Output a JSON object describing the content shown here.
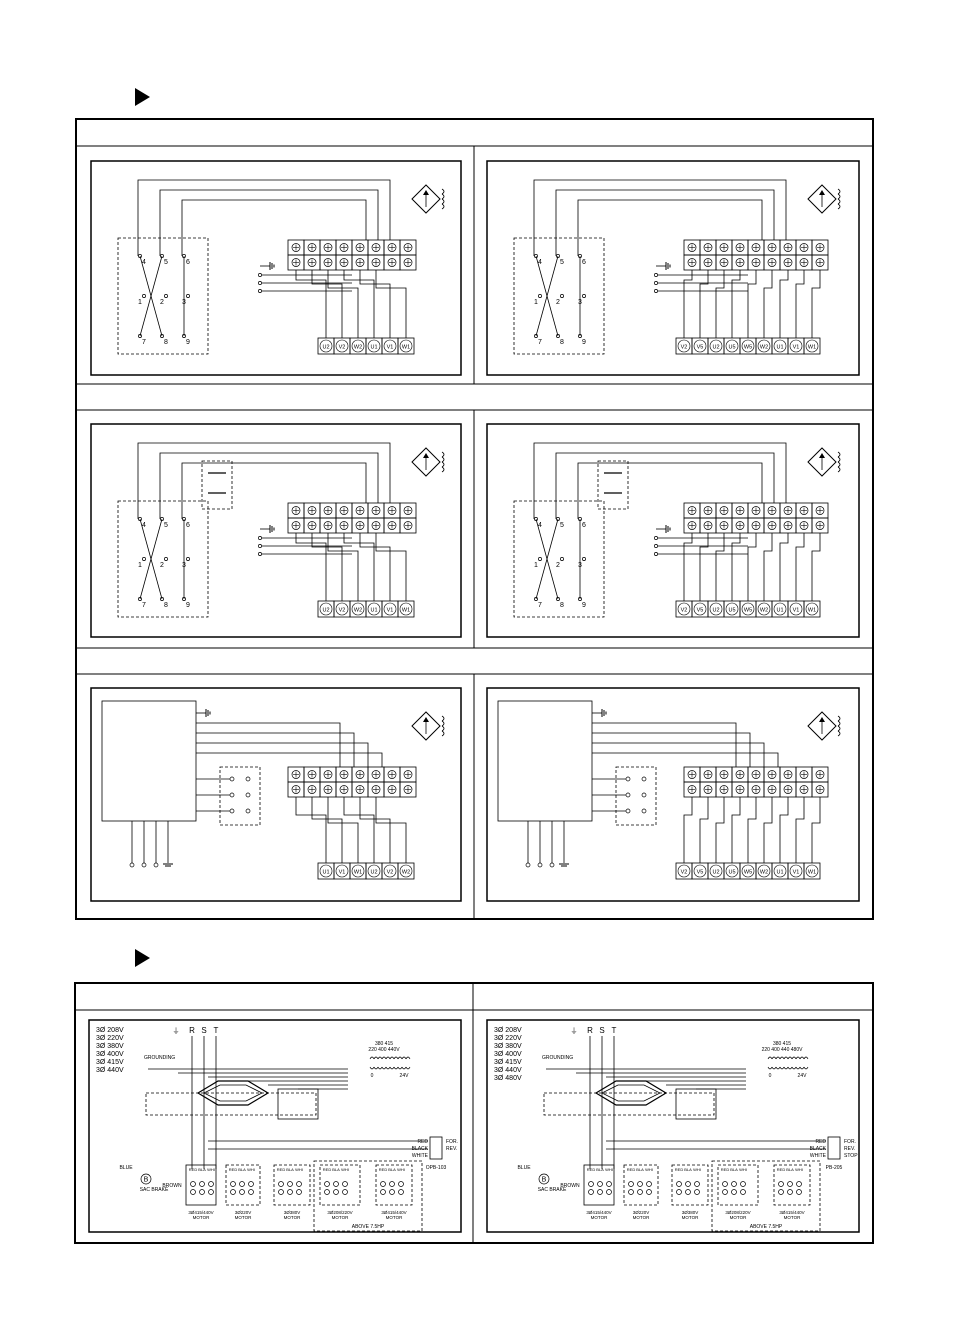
{
  "sections": [
    {
      "id": "section-1"
    },
    {
      "id": "section-2"
    }
  ],
  "terminal_groups": {
    "six_lead_low": [
      "U2",
      "V2",
      "W2",
      "U1",
      "V1",
      "W1"
    ],
    "twelve_lead": [
      "V2",
      "V5",
      "U2",
      "U5",
      "W5",
      "W2",
      "U1",
      "V1",
      "W1"
    ],
    "six_lead_alt": [
      "U1",
      "V1",
      "W1",
      "U2",
      "V2",
      "W2"
    ]
  },
  "node_labels": [
    "4",
    "5",
    "6",
    "1",
    "2",
    "3",
    "7",
    "8",
    "9"
  ],
  "voltage_list_a": [
    "3Ø  208V",
    "3Ø  220V",
    "3Ø  380V",
    "3Ø  400V",
    "3Ø  415V",
    "3Ø  440V"
  ],
  "voltage_list_b": [
    "3Ø  208V",
    "3Ø  220V",
    "3Ø  380V",
    "3Ø  400V",
    "3Ø  415V",
    "3Ø  440V",
    "3Ø  480V"
  ],
  "phases": [
    "R",
    "S",
    "T"
  ],
  "transformer_a": {
    "top": "380  415",
    "mid": "220  400 440V",
    "left": "0",
    "right": "24V"
  },
  "transformer_b": {
    "top": "380  415",
    "mid": "220  400  440  480V",
    "left": "0",
    "right": "24V"
  },
  "labels_a": {
    "grounding": "GROUNDING",
    "blue": "BLUE",
    "brake": "SAC BRAKE",
    "brown": "BROWN",
    "red": "RED",
    "black": "BLACK",
    "white": "WHITE",
    "for": "FOR.",
    "rev": "REV.",
    "stop": "",
    "pendant": "OPB-103",
    "motors": [
      "3Ø415/440V MOTOR",
      "3Ø220V MOTOR",
      "3Ø380V MOTOR",
      "3Ø208/220V MOTOR",
      "3Ø415/440V MOTOR"
    ],
    "above": "ABOVE 7.5HP"
  },
  "labels_b": {
    "grounding": "GROUNDING",
    "blue": "BLUE",
    "brake": "SAC BRAKE",
    "brown": "BROWN",
    "red": "RED",
    "black": "BLACK",
    "white": "WHITE",
    "for": "FOR.",
    "rev": "REV.",
    "stop": "STOP",
    "pendant": "PB-205",
    "motors": [
      "3Ø415/440V MOTOR",
      "3Ø220V MOTOR",
      "3Ø380V MOTOR",
      "3Ø208/220V MOTOR",
      "3Ø415/440V MOTOR"
    ],
    "above": "ABOVE 7.5HP"
  },
  "motor_leads": [
    "RED",
    "BLACK",
    "WHITE"
  ]
}
